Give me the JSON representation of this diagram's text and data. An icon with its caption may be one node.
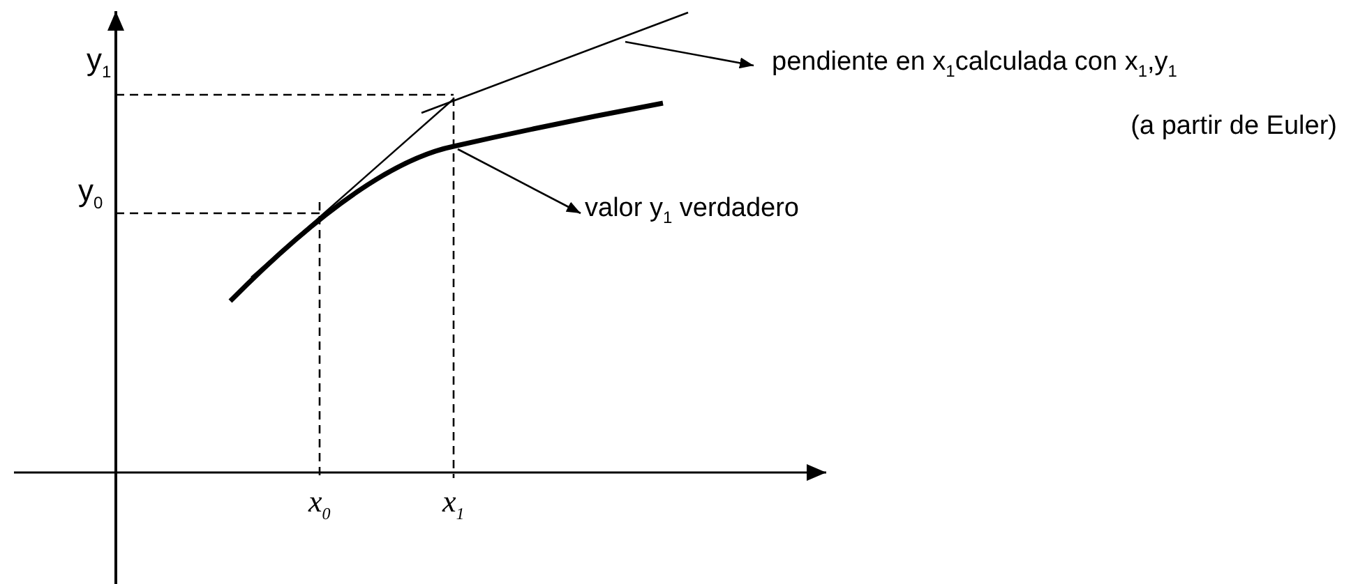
{
  "diagram": {
    "nodes": [
      {
        "text": [
          "pendiente en x$_{1}$calculada con x$_{1}$,y$_{1}$",
          "(a partir de Euler)"
        ]
      },
      {
        "text": [
          "valor  y$_{1}$ verdadero"
        ]
      },
      {
        "text": [],
        "shape": "line"
      },
      {
        "text": [],
        "shape": "curve"
      }
    ],
    "edges": [
      {
        "from": 2,
        "to": 0,
        "arrow": "to"
      },
      {
        "from": 3,
        "to": 1,
        "arrow": "to"
      }
    ],
    "labels": [
      "y$_{1}$",
      "y$_{0}$",
      "x$_{0}$",
      "x$_{1}$"
    ]
  }
}
